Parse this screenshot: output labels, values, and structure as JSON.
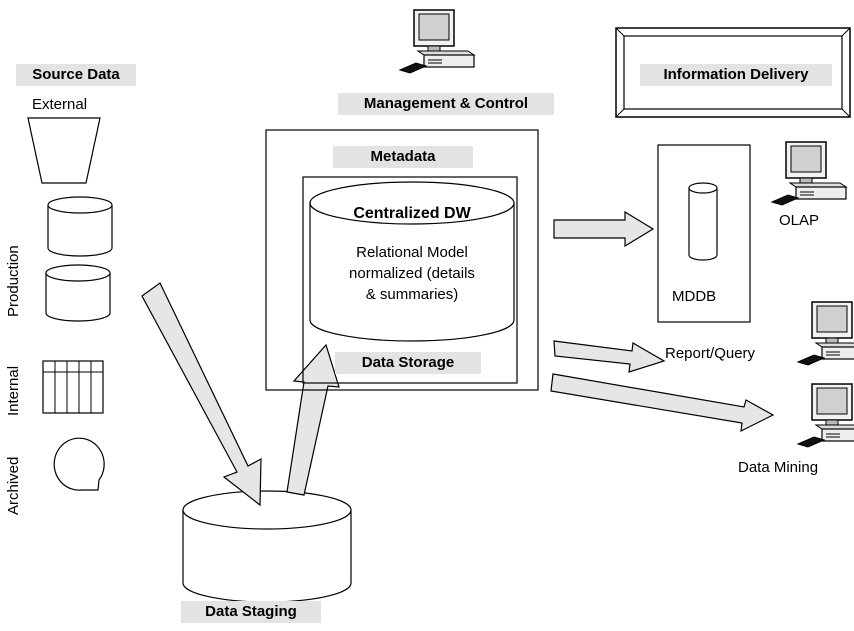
{
  "source": {
    "title": "Source Data",
    "external": "External",
    "production": "Production",
    "internal": "Internal",
    "archived": "Archived"
  },
  "management": {
    "label": "Management & Control"
  },
  "metadata": {
    "label": "Metadata"
  },
  "central_dw": {
    "title": "Centralized DW",
    "line1": "Relational Model",
    "line2": "normalized  (details",
    "line3": "& summaries)"
  },
  "data_storage": {
    "label": "Data Storage"
  },
  "data_staging": {
    "label": "Data Staging"
  },
  "delivery": {
    "title": "Information Delivery",
    "mddb": "MDDB",
    "olap": "OLAP",
    "report_query": "Report/Query",
    "data_mining": "Data Mining"
  },
  "colors": {
    "label_bg": "#e3e3e3",
    "arrow_fill": "#e6e6e6",
    "stroke": "#000000"
  }
}
